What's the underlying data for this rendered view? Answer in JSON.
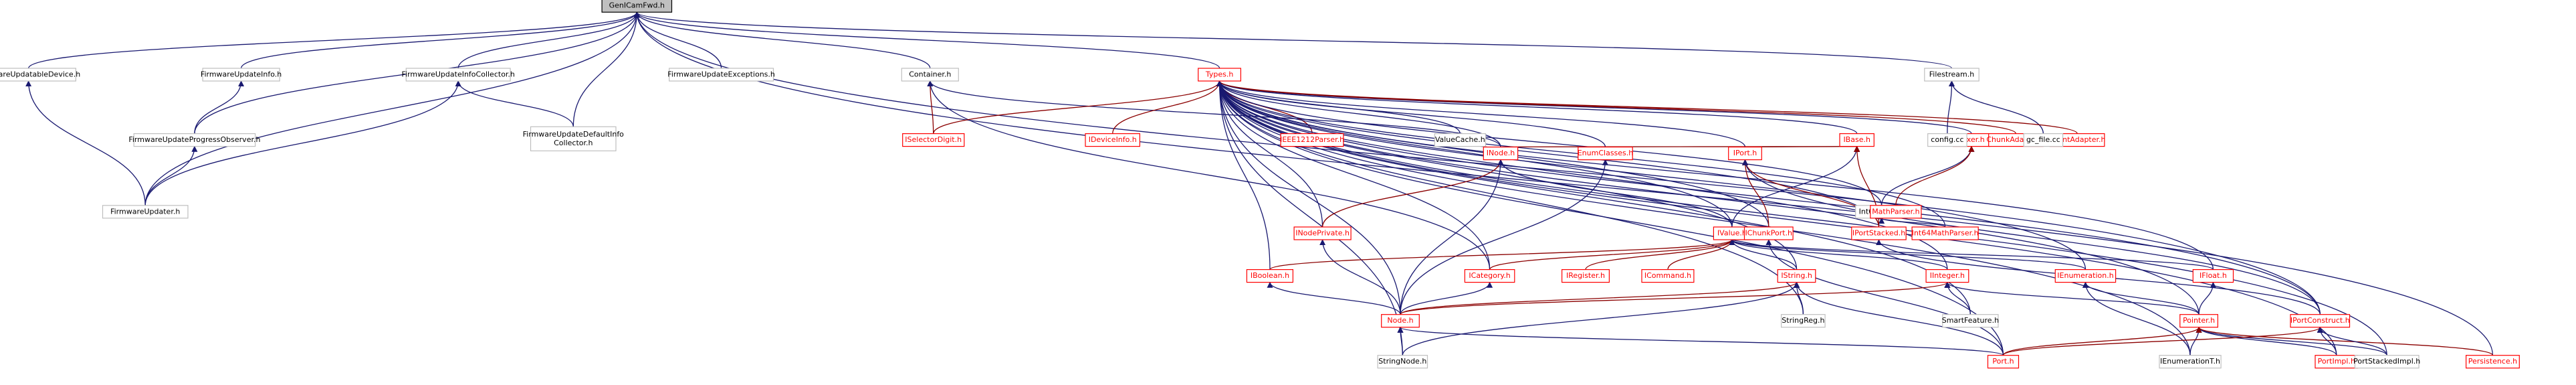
{
  "colors": {
    "root_fill": "#bfbfbf",
    "node_border": "#bfbfbf",
    "red_label": "#ff0000",
    "edge_navy": "#191970",
    "edge_gray": "#404040",
    "edge_red": "#8b0000"
  },
  "nodes": [
    {
      "id": "gencamfwd",
      "label": "GenICamFwd.h",
      "style": "root"
    },
    {
      "id": "fw_updatable_device",
      "label": "FirmwareUpdatableDevice.h",
      "style": "normal"
    },
    {
      "id": "fw_update_info",
      "label": "FirmwareUpdateInfo.h",
      "style": "normal"
    },
    {
      "id": "fw_update_info_collector",
      "label": "FirmwareUpdateInfoCollector.h",
      "style": "normal"
    },
    {
      "id": "fw_update_exceptions",
      "label": "FirmwareUpdateExceptions.h",
      "style": "normal"
    },
    {
      "id": "container",
      "label": "Container.h",
      "style": "normal"
    },
    {
      "id": "types",
      "label": "Types.h",
      "style": "red"
    },
    {
      "id": "filestream",
      "label": "Filestream.h",
      "style": "normal"
    },
    {
      "id": "fw_progress_observer",
      "label": "FirmwareUpdateProgressObserver.h",
      "style": "normal"
    },
    {
      "id": "fw_default_info_collector",
      "label": [
        "FirmwareUpdateDefaultInfo",
        "Collector.h"
      ],
      "style": "normal"
    },
    {
      "id": "fw_updater",
      "label": "FirmwareUpdater.h",
      "style": "normal"
    },
    {
      "id": "iselectordigit",
      "label": "ISelectorDigit.h",
      "style": "red"
    },
    {
      "id": "ideviceinfo",
      "label": "IDeviceInfo.h",
      "style": "red"
    },
    {
      "id": "ieee1212parser",
      "label": "IEEE1212Parser.h",
      "style": "red"
    },
    {
      "id": "valuecache",
      "label": "ValueCache.h",
      "style": "normal"
    },
    {
      "id": "ibase",
      "label": "IBase.h",
      "style": "red"
    },
    {
      "id": "lexer",
      "label": "Lexer.h",
      "style": "red"
    },
    {
      "id": "chunkadapter",
      "label": "ChunkAdapter.h",
      "style": "red"
    },
    {
      "id": "eventadapter",
      "label": "EventAdapter.h",
      "style": "red"
    },
    {
      "id": "config_cc",
      "label": "config.cc",
      "style": "normal"
    },
    {
      "id": "gc_file_cc",
      "label": "gc_file.cc",
      "style": "normal"
    },
    {
      "id": "inode",
      "label": "INode.h",
      "style": "red"
    },
    {
      "id": "enumclasses",
      "label": "EnumClasses.h",
      "style": "red"
    },
    {
      "id": "iport",
      "label": "IPort.h",
      "style": "red"
    },
    {
      "id": "int64lexer",
      "label": "Int64Lexer.h",
      "style": "normal"
    },
    {
      "id": "mathparser",
      "label": "MathParser.h",
      "style": "red"
    },
    {
      "id": "inodeprivate",
      "label": "INodePrivate.h",
      "style": "red"
    },
    {
      "id": "ivalue",
      "label": "IValue.h",
      "style": "red"
    },
    {
      "id": "ichunkport",
      "label": "IChunkPort.h",
      "style": "red"
    },
    {
      "id": "iportstacked",
      "label": "IPortStacked.h",
      "style": "red"
    },
    {
      "id": "int64mathparser",
      "label": "Int64MathParser.h",
      "style": "red"
    },
    {
      "id": "iboolean",
      "label": "IBoolean.h",
      "style": "red"
    },
    {
      "id": "icategory",
      "label": "ICategory.h",
      "style": "red"
    },
    {
      "id": "iregister",
      "label": "IRegister.h",
      "style": "red"
    },
    {
      "id": "icommand",
      "label": "ICommand.h",
      "style": "red"
    },
    {
      "id": "istring",
      "label": "IString.h",
      "style": "red"
    },
    {
      "id": "iinteger",
      "label": "IInteger.h",
      "style": "red"
    },
    {
      "id": "ienumeration",
      "label": "IEnumeration.h",
      "style": "red"
    },
    {
      "id": "ifloat",
      "label": "IFloat.h",
      "style": "red"
    },
    {
      "id": "node",
      "label": "Node.h",
      "style": "red"
    },
    {
      "id": "stringreg",
      "label": "StringReg.h",
      "style": "normal"
    },
    {
      "id": "smartfeature",
      "label": "SmartFeature.h",
      "style": "normal"
    },
    {
      "id": "pointer",
      "label": "Pointer.h",
      "style": "red"
    },
    {
      "id": "iportconstruct",
      "label": "IPortConstruct.h",
      "style": "red"
    },
    {
      "id": "stringnode",
      "label": "StringNode.h",
      "style": "normal"
    },
    {
      "id": "port",
      "label": "Port.h",
      "style": "red"
    },
    {
      "id": "ienumerationt",
      "label": "IEnumerationT.h",
      "style": "normal"
    },
    {
      "id": "portimpl",
      "label": "PortImpl.h",
      "style": "red"
    },
    {
      "id": "portstackedimpl",
      "label": "PortStackedImpl.h",
      "style": "normal"
    },
    {
      "id": "persistence",
      "label": "Persistence.h",
      "style": "red"
    }
  ]
}
